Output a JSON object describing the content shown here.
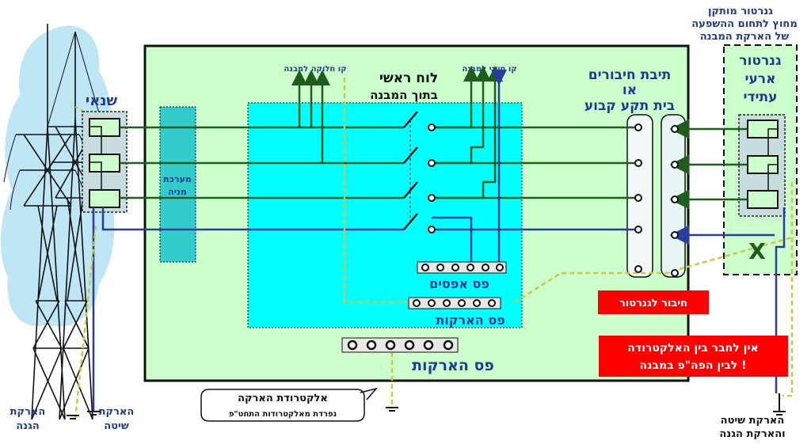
{
  "labels": {
    "external_gen_line1": "גנרטור מותקן",
    "external_gen_line2": "מחוץ לתחום ההשפעה",
    "external_gen_line3": "של הארקת המבנה",
    "temp_gen_line1": "גנרטור",
    "temp_gen_line2": "ארעי",
    "temp_gen_line3": "עתידי",
    "junction_line1": "תיבת חיבורים",
    "junction_line2": "או",
    "junction_line3": "בית תקע קבוע",
    "main_board_line1": "לוח ראשי",
    "main_board_line2": "בתוך המבנה",
    "distribution_line": "קו חלוקה למבנה",
    "vital_line": "קו חיוני למבנה",
    "transformer": "שנאי",
    "meter_line1": "מערכת",
    "meter_line2": "מניה",
    "neutral_bar": "פס אפסים",
    "earth_bar_inner": "פס הארקות",
    "earth_bar_outer": "פס הארקות",
    "gen_connection": "חיבור לגנרטור",
    "warning_line1": "אין לחבר בין האלקטרודה",
    "warning_line2": "לבין הפה\"פ במבנה !",
    "electrode_line1": "אלקטרודת הארקה",
    "electrode_line2": "נפרדת מאלקטרודות התחט\"פ",
    "protective_earth_line1": "הארקת",
    "protective_earth_line2": "הגנה",
    "system_earth_line1": "הארקת",
    "system_earth_line2": "שיטה",
    "combined_earth_line1": "הארקת שיטה",
    "combined_earth_line2": "והארקת הגנה",
    "cross_mark": "X"
  },
  "colors": {
    "building_fill": "#ccffcc",
    "board_fill": "#00ffff",
    "meter_fill": "#33cccc",
    "phase_wire": "#1f5d1f",
    "neutral_wire": "#283d9c",
    "earth_wire": "#c9c944",
    "warning_red": "#ff0000",
    "label_navy": "#1f3a93"
  }
}
